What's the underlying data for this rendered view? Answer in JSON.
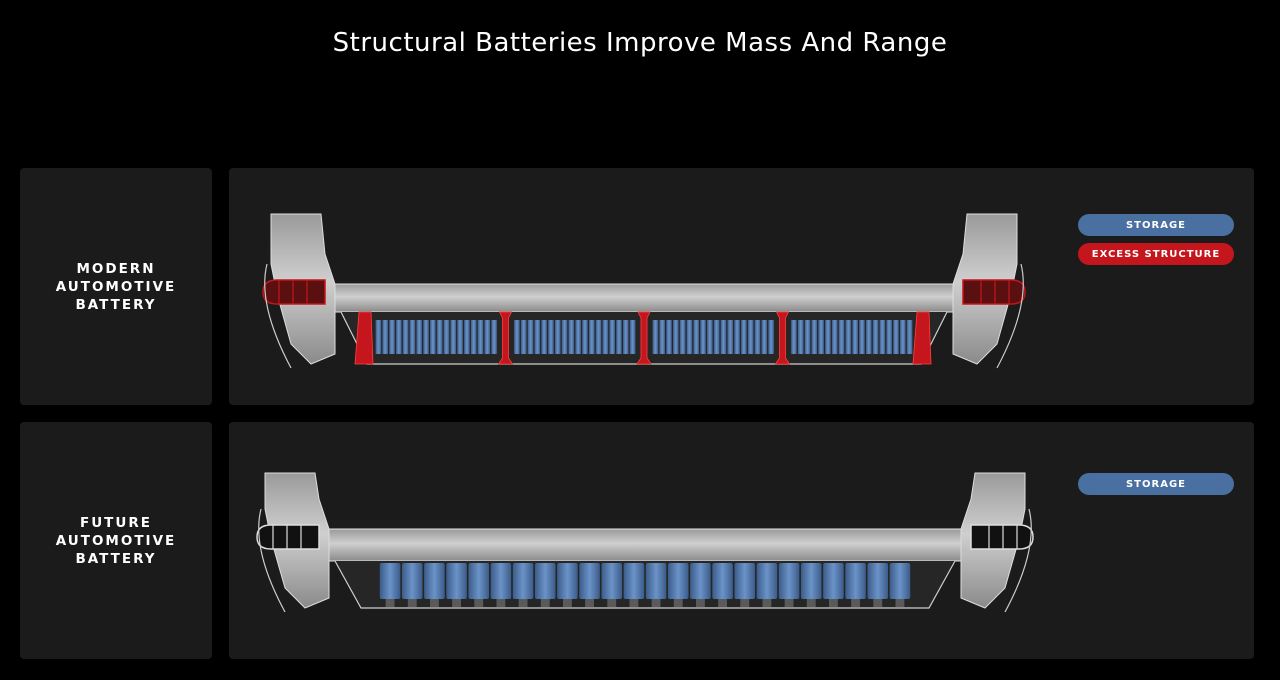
{
  "title": "Structural Batteries Improve Mass And Range",
  "rows": [
    {
      "label_lines": [
        "MODERN",
        "AUTOMOTIVE",
        "BATTERY"
      ],
      "legend": [
        "STORAGE",
        "EXCESS STRUCTURE"
      ],
      "module_count": 4,
      "has_excess_structure": true
    },
    {
      "label_lines": [
        "FUTURE",
        "AUTOMOTIVE",
        "BATTERY"
      ],
      "legend": [
        "STORAGE"
      ],
      "module_count": 1,
      "has_excess_structure": false
    }
  ],
  "colors": {
    "storage": "#4a6fa1",
    "excess_structure": "#c4161c",
    "panel": "#1b1b1b",
    "background": "#000000"
  }
}
